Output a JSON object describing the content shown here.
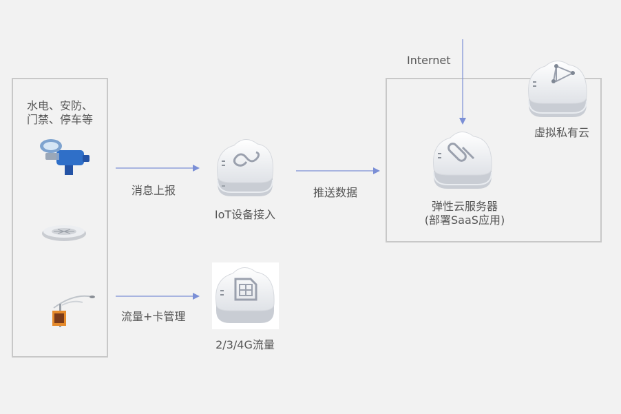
{
  "devices": {
    "title_line1": "水电、安防、",
    "title_line2": "门禁、停车等",
    "items": [
      {
        "icon": "water-meter-icon"
      },
      {
        "icon": "smoke-detector-icon"
      },
      {
        "icon": "street-lamp-icon"
      }
    ]
  },
  "flows": {
    "report": "消息上报",
    "traffic": "流量+卡管理",
    "push": "推送数据",
    "internet": "Internet"
  },
  "nodes": {
    "iot": {
      "label": "IoT设备接入",
      "icon": "iot-access-icon"
    },
    "sim": {
      "label": "2/3/4G流量",
      "icon": "sim-card-icon"
    },
    "ecs": {
      "line1": "弹性云服务器",
      "line2": "(部署SaaS应用)",
      "icon": "server-icon"
    },
    "vpc": {
      "label": "虚拟私有云",
      "icon": "vpc-icon"
    }
  },
  "colors": {
    "arrow": "#7b8fd6",
    "border": "#c8c8c8",
    "accent_blue": "#2f6fc8"
  }
}
